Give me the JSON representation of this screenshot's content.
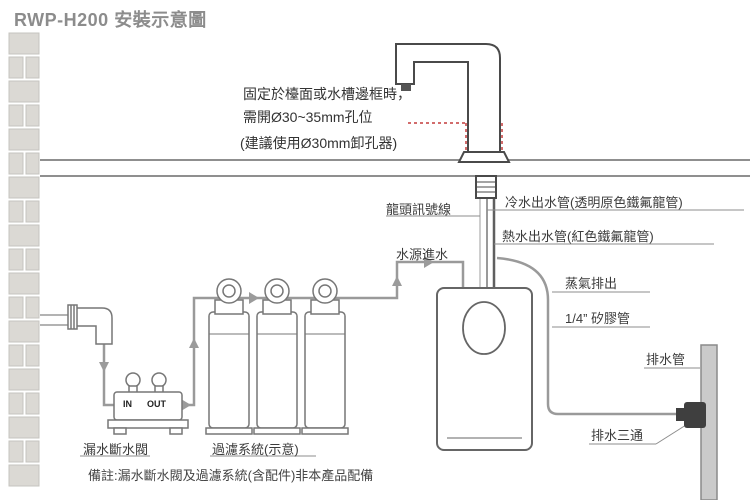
{
  "title": "RWP-H200 安裝示意圖",
  "annotations": {
    "mount_note_line1": "固定於檯面或水槽邊框時，",
    "mount_note_line2": "需開Ø30~35mm孔位",
    "mount_note_line3": "(建議使用Ø30mm卸孔器)",
    "faucet_signal_cable": "龍頭訊號線",
    "cold_water_pipe": "冷水出水管(透明原色鐵氟龍管)",
    "hot_water_pipe": "熱水出水管(紅色鐵氟龍管)",
    "water_source_inlet": "水源進水",
    "steam_outlet": "蒸氣排出",
    "silicone_tube": "1/4” 矽膠管",
    "drain_pipe": "排水管",
    "drain_tee": "排水三通",
    "leak_shutoff_valve": "漏水斷水閥",
    "filter_system": "過濾系統(示意)",
    "valve_in": "IN",
    "valve_out": "OUT",
    "footnote": "備註:漏水斷水閥及過濾系統(含配件)非本產品配備"
  },
  "colors": {
    "title_text": "#8c8c8c",
    "label_text": "#3b3b3b",
    "pipe_gray": "#9a9a9a",
    "outline_gray": "#666666",
    "drill_mark_red": "#c43b3b",
    "brick_fill": "#dbd9d4",
    "drain_fill": "#cacaca",
    "tee_fill": "#3f3f3f"
  }
}
